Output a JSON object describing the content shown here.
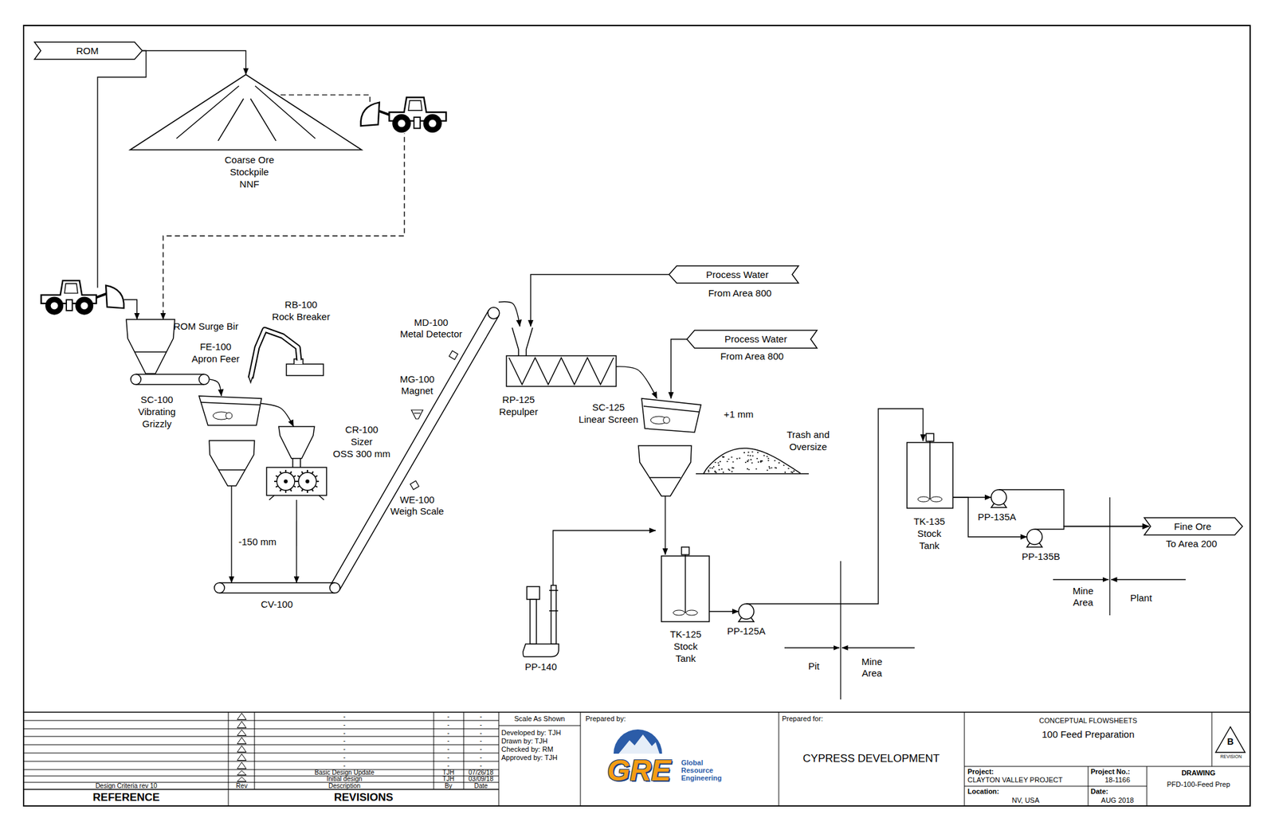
{
  "diagram": {
    "nodes": [
      {
        "text": [
          "ROM"
        ]
      },
      {
        "text": [
          "Coarse Ore Stockpile NNF"
        ]
      },
      {
        "text": [
          "ROM Surge Bir"
        ]
      },
      {
        "text": [
          "FE-100 Apron Feer"
        ]
      },
      {
        "text": [
          "RB-100 Rock Breaker"
        ]
      },
      {
        "text": [
          "SC-100 Vibrating Grizzly"
        ]
      },
      {
        "text": [
          "CR-100 Sizer OSS 300 mm"
        ]
      },
      {
        "text": [
          "CV-100"
        ]
      },
      {
        "text": [
          "RP-125 Repulper"
        ]
      },
      {
        "text": [
          "Process Water",
          "From Area 800"
        ]
      },
      {
        "text": [
          "Process Water",
          "From Area 800"
        ]
      },
      {
        "text": [
          "SC-125 Linear Screen"
        ]
      },
      {
        "text": [
          "Trash and Oversize"
        ]
      },
      {
        "text": [
          "PP-140"
        ]
      },
      {
        "text": [
          "TK-125 Stock Tank"
        ]
      },
      {
        "text": [
          "PP-125A"
        ]
      },
      {
        "text": [
          "TK-135 Stock Tank"
        ]
      },
      {
        "text": [
          "PP-135A"
        ]
      },
      {
        "text": [
          "PP-135B"
        ]
      },
      {
        "text": [
          "Fine Ore",
          "To Area 200"
        ]
      }
    ],
    "edges": [
      {
        "from": 0,
        "to": 1,
        "arrow": "to"
      },
      {
        "from": 0,
        "to": 2,
        "arrow": "to"
      },
      {
        "from": 1,
        "to": 2,
        "arrow": "to"
      },
      {
        "from": 3,
        "to": 5,
        "arrow": "to"
      },
      {
        "from": 5,
        "to": 6,
        "arrow": "to"
      },
      {
        "from": 5,
        "to": 7,
        "label": "-150 mm",
        "arrow": "to"
      },
      {
        "from": 6,
        "to": 7,
        "arrow": "to"
      },
      {
        "from": 7,
        "to": 8,
        "arrow": "to"
      },
      {
        "from": 9,
        "to": 8,
        "arrow": "to"
      },
      {
        "from": 8,
        "to": 11,
        "arrow": "to"
      },
      {
        "from": 10,
        "to": 11,
        "arrow": "to"
      },
      {
        "from": 11,
        "to": 14,
        "arrow": "to"
      },
      {
        "from": 13,
        "to": 14,
        "arrow": "to"
      },
      {
        "from": 14,
        "to": 15,
        "arrow": "to"
      },
      {
        "from": 15,
        "to": 16,
        "arrow": "to"
      },
      {
        "from": 16,
        "to": 17,
        "arrow": "to"
      },
      {
        "from": 16,
        "to": 18,
        "arrow": "to"
      },
      {
        "from": 17,
        "to": 19,
        "arrow": "to"
      },
      {
        "from": 18,
        "to": 19,
        "arrow": "to"
      }
    ],
    "labels": [
      "MD-100 Metal Detector",
      "MG-100 Magnet",
      "WE-100 Weigh Scale",
      "+1 mm",
      "Pit",
      "Mine Area",
      "Mine Area",
      "Plant",
      "-",
      "-",
      "-",
      "-",
      "-",
      "-",
      "-",
      "-",
      "-",
      "-",
      "-",
      "-",
      "-",
      "-",
      "-",
      "-",
      "-",
      "-",
      "-",
      "-",
      "-",
      "Basic Design Update",
      "TJH",
      "07/26/18",
      "Initial design",
      "TJH",
      "03/09/18",
      "Design Criteria rev 10",
      "Rev",
      "Description",
      "By",
      "Date",
      "REFERENCE",
      "REVISIONS",
      "Scale As Shown",
      "Developed by: TJH",
      "Drawn by: TJH",
      "Checked by: RM",
      "Approved by: TJH",
      "Prepared by:",
      "GRE",
      "Global Resource Engineering",
      "Prepared for:",
      "CYPRESS DEVELOPMENT",
      "CONCEPTUAL FLOWSHEETS",
      "100 Feed Preparation",
      "B",
      "REVISION",
      "Project:",
      "CLAYTON VALLEY PROJECT",
      "Project No.:",
      "18-1166",
      "DRAWING",
      "PFD-100-Feed Prep",
      "Location:",
      "NV, USA",
      "Date:",
      "AUG 2018"
    ]
  }
}
